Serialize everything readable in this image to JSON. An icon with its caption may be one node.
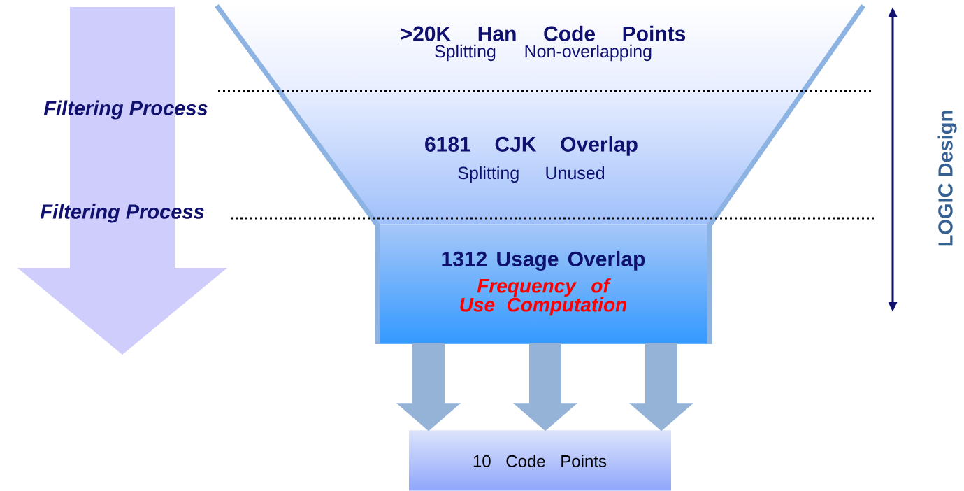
{
  "diagram": {
    "nodes": [
      {
        "text": [
          ">20K Han Code Points",
          "Splitting Non-overlapping"
        ]
      },
      {
        "text": [
          "6181 CJK Overlap",
          "Splitting Unused"
        ]
      },
      {
        "text": [
          "1312 Usage Overlap",
          "Frequency of Use Computation"
        ]
      },
      {
        "text": [
          "10 Code Points"
        ]
      }
    ],
    "edges": [
      {
        "from": 2,
        "to": 3,
        "arrow": "to"
      },
      {
        "from": 2,
        "to": 3,
        "arrow": "to"
      },
      {
        "from": 2,
        "to": 3,
        "arrow": "to"
      }
    ],
    "labels": [
      "Filtering Process",
      "Filtering Process",
      "LOGIC Design"
    ]
  }
}
